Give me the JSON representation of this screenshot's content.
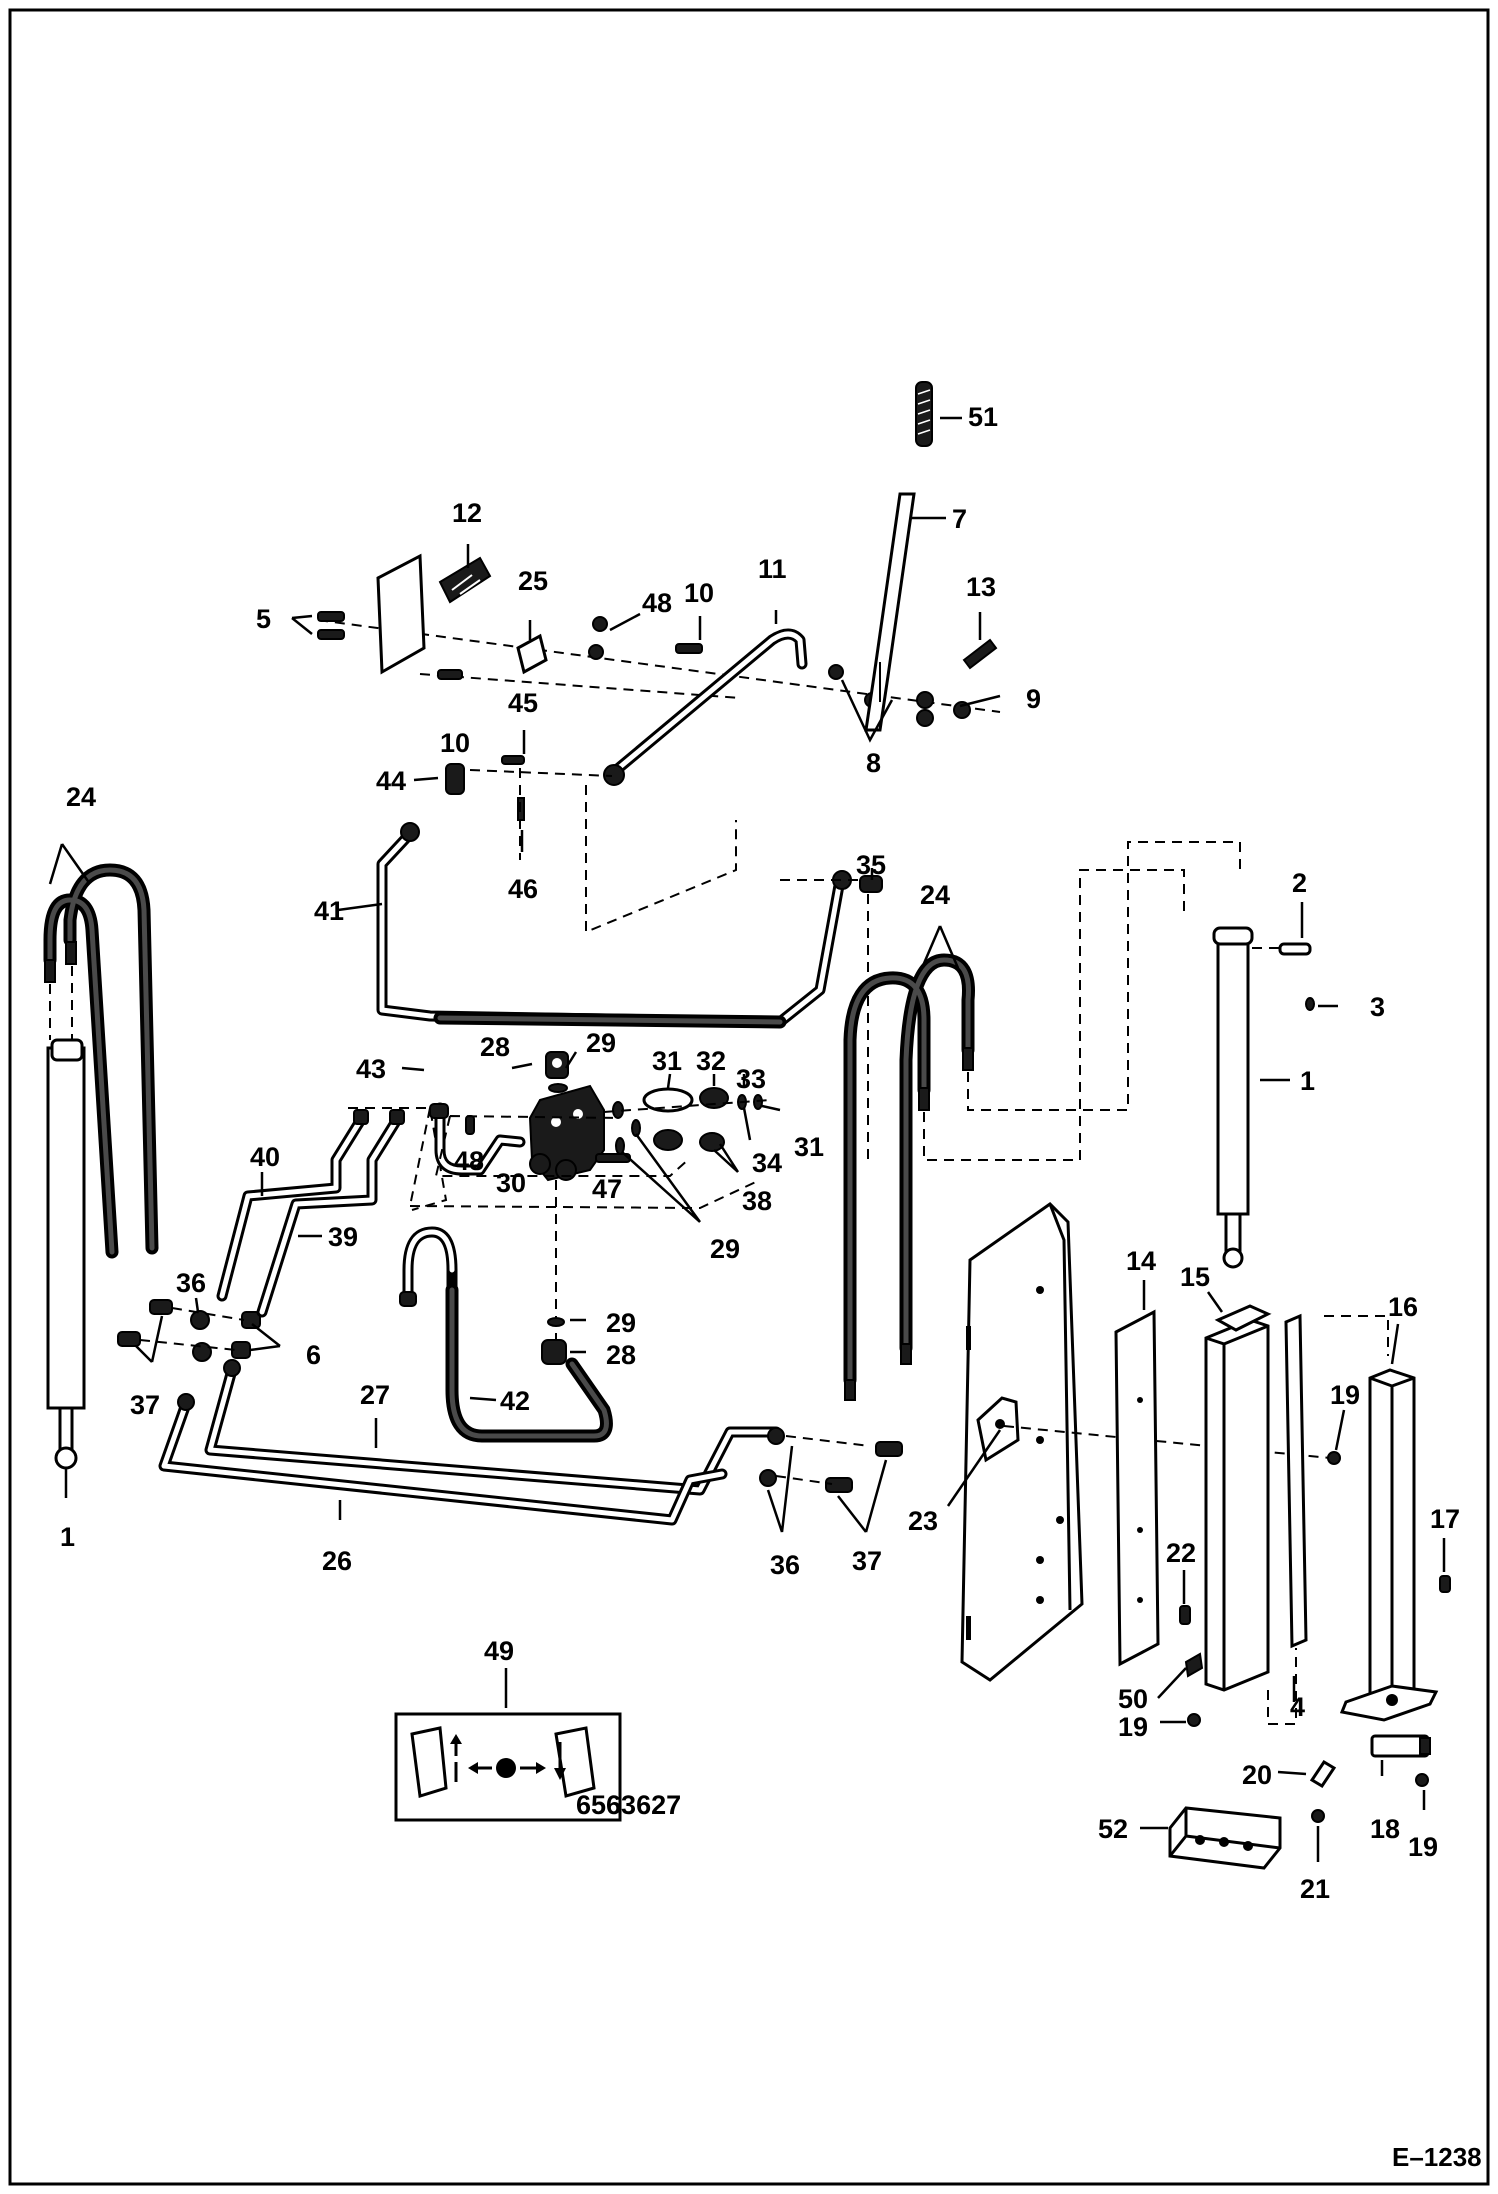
{
  "figure_number": "E–1238",
  "callouts": {
    "c51": "51",
    "c7": "7",
    "c13": "13",
    "c9": "9",
    "c8": "8",
    "c12": "12",
    "c25": "25",
    "c48a": "48",
    "c10a": "10",
    "c11": "11",
    "c5": "5",
    "c10b": "10",
    "c45": "45",
    "c44": "44",
    "c46": "46",
    "c24a": "24",
    "c24b": "24",
    "c41": "41",
    "c35": "35",
    "c2": "2",
    "c3": "3",
    "c1a": "1",
    "c1b": "1",
    "c28a": "28",
    "c29a": "29",
    "c43": "43",
    "c31a": "31",
    "c32": "32",
    "c33": "33",
    "c31b": "31",
    "c34": "34",
    "c48b": "48",
    "c30": "30",
    "c47": "47",
    "c38": "38",
    "c29b": "29",
    "c40": "40",
    "c39": "39",
    "c36a": "36",
    "c6": "6",
    "c37a": "37",
    "c29c": "29",
    "c28b": "28",
    "c42": "42",
    "c27": "27",
    "c26": "26",
    "c36b": "36",
    "c37b": "37",
    "c23": "23",
    "c14": "14",
    "c15": "15",
    "c16": "16",
    "c19a": "19",
    "c17": "17",
    "c22": "22",
    "c50": "50",
    "c19b": "19",
    "c4": "4",
    "c20": "20",
    "c18": "18",
    "c19c": "19",
    "c21": "21",
    "c52": "52",
    "c49": "49"
  },
  "decal_code": "6563627"
}
